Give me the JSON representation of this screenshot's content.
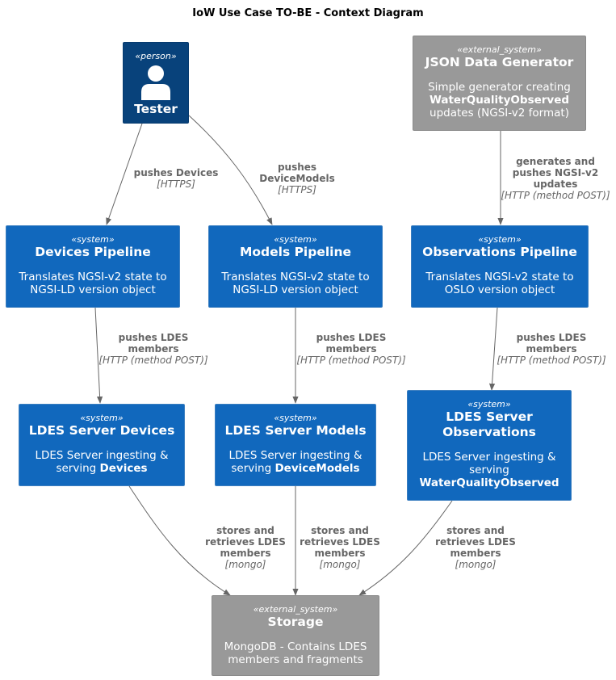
{
  "title": "IoW Use Case TO-BE - Context Diagram",
  "colors": {
    "system": "#1168bd",
    "external": "#999999",
    "person": "#08427b",
    "edge": "#666666"
  },
  "person": {
    "stereotype": "«person»",
    "name": "Tester",
    "icon": "person-icon"
  },
  "generator": {
    "stereotype": "«external_system»",
    "name": "JSON Data Generator",
    "desc_pre": "Simple generator creating",
    "desc_bold": "WaterQualityObserved",
    "desc_post": "updates (NGSI-v2 format)"
  },
  "devices_pipeline": {
    "stereotype": "«system»",
    "name": "Devices Pipeline",
    "desc_1": "Translates NGSI-v2 state to",
    "desc_2": "NGSI-LD version object"
  },
  "models_pipeline": {
    "stereotype": "«system»",
    "name": "Models Pipeline",
    "desc_1": "Translates NGSI-v2 state to",
    "desc_2": "NGSI-LD version object"
  },
  "observations_pipeline": {
    "stereotype": "«system»",
    "name": "Observations Pipeline",
    "desc_1": "Translates NGSI-v2 state to",
    "desc_2": "OSLO version object"
  },
  "ldes_devices": {
    "stereotype": "«system»",
    "name": "LDES Server Devices",
    "desc_pre": "LDES Server ingesting &",
    "desc_mid": "serving",
    "desc_bold": "Devices"
  },
  "ldes_models": {
    "stereotype": "«system»",
    "name": "LDES Server Models",
    "desc_pre": "LDES Server ingesting &",
    "desc_mid": "serving",
    "desc_bold": "DeviceModels"
  },
  "ldes_observations": {
    "stereotype": "«system»",
    "name_1": "LDES Server",
    "name_2": "Observations",
    "desc_pre": "LDES Server ingesting &",
    "desc_mid": "serving",
    "desc_bold": "WaterQualityObserved"
  },
  "storage": {
    "stereotype": "«external_system»",
    "name": "Storage",
    "desc_1": "MongoDB - Contains LDES",
    "desc_2": "members and fragments"
  },
  "edges": {
    "tester_devices": {
      "l1": "pushes Devices",
      "proto": "[HTTPS]"
    },
    "tester_models": {
      "l1": "pushes",
      "l2": "DeviceModels",
      "proto": "[HTTPS]"
    },
    "generator_obs": {
      "l1": "generates and",
      "l2": "pushes NGSI-v2",
      "l3": "updates",
      "proto": "[HTTP (method POST)]"
    },
    "devpipe_ldes": {
      "l1": "pushes LDES",
      "l2": "members",
      "proto": "[HTTP (method POST)]"
    },
    "modpipe_ldes": {
      "l1": "pushes LDES",
      "l2": "members",
      "proto": "[HTTP (method POST)]"
    },
    "obspipe_ldes": {
      "l1": "pushes LDES",
      "l2": "members",
      "proto": "[HTTP (method POST)]"
    },
    "ldesdev_storage": {
      "l1": "stores and",
      "l2": "retrieves LDES",
      "l3": "members",
      "proto": "[mongo]"
    },
    "ldesmod_storage": {
      "l1": "stores and",
      "l2": "retrieves LDES",
      "l3": "members",
      "proto": "[mongo]"
    },
    "ldesobs_storage": {
      "l1": "stores and",
      "l2": "retrieves LDES",
      "l3": "members",
      "proto": "[mongo]"
    }
  }
}
